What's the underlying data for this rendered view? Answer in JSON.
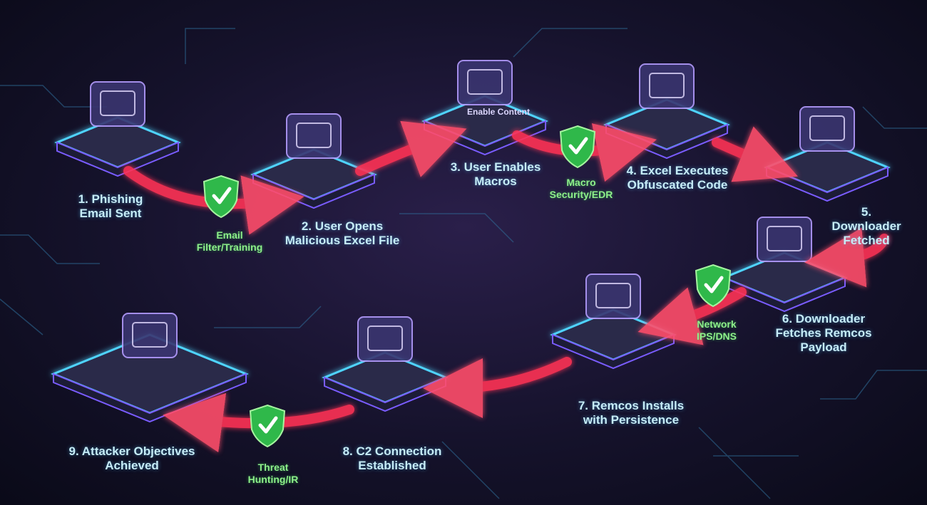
{
  "colors": {
    "background": "#15122b",
    "attack_path": "#ff3355",
    "platform_glow": "#4fd4ff",
    "control_shield": "#2fb84a",
    "label_text": "#c6ecf7",
    "control_text": "#8ef08a"
  },
  "steps": [
    {
      "label": "1. Phishing\nEmail Sent",
      "icon": "envelope-fishhook-icon"
    },
    {
      "label": "2. User Opens\nMalicious Excel File",
      "icon": "monitor-spreadsheet-icon"
    },
    {
      "label": "3. User Enables\nMacros",
      "icon": "shield-lock-icon",
      "button": "Enable Content"
    },
    {
      "label": "4. Excel Executes\nObfuscated Code",
      "icon": "gear-code-icon"
    },
    {
      "label": "5. Downloader\nFetched",
      "icon": "cloud-download-icon"
    },
    {
      "label": "6. Downloader\nFetches Remcos\nPayload",
      "icon": "robot-arm-icon"
    },
    {
      "label": "7. Remcos Installs\nwith Persistence",
      "icon": "server-shield-icon"
    },
    {
      "label": "8. C2 Connection\nEstablished",
      "icon": "satellite-dish-icon"
    },
    {
      "label": "9. Attacker Objectives\nAchieved",
      "icon": "hacker-desk-trophies-icon"
    }
  ],
  "controls": [
    {
      "label": "Email\nFilter/Training",
      "icon": "check-shield-icon"
    },
    {
      "label": "Macro\nSecurity/EDR",
      "icon": "check-shield-icon"
    },
    {
      "label": "Network\nIPS/DNS",
      "icon": "check-shield-icon"
    },
    {
      "label": "Threat\nHunting/IR",
      "icon": "check-shield-icon"
    }
  ]
}
